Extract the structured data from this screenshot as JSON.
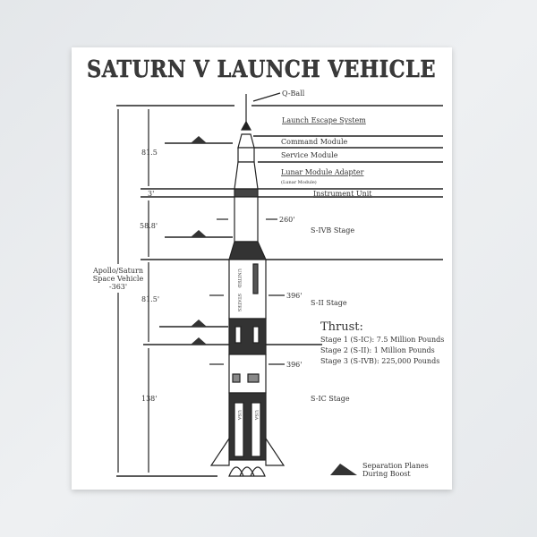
{
  "title": "SATURN V LAUNCH VEHICLE",
  "components": {
    "q_ball": "Q-Ball",
    "launch_escape": "Launch Escape System",
    "command_module": "Command Module",
    "service_module": "Service Module",
    "lma": "Lunar Module Adapter",
    "lm": "(Lunar Module)",
    "instrument_unit": "Instrument Unit",
    "sivb": "S-IVB Stage",
    "sii": "S-II Stage",
    "sic": "S-IC Stage"
  },
  "dimensions": {
    "d1": "81.5",
    "d2": "3'",
    "d3": "58.8'",
    "d4": "81.5'",
    "d5": "138'",
    "h1": "260'",
    "h2": "396'",
    "h3": "396'",
    "total": [
      "Apollo/Saturn",
      "Space Vehicle",
      "-363'"
    ]
  },
  "rocket_text": {
    "united": "UNITED",
    "states": "STATES",
    "usa": "USA"
  },
  "thrust": {
    "heading": "Thrust:",
    "lines": [
      "Stage 1 (S-IC): 7.5 Million Pounds",
      "Stage 2 (S-II): 1 Million Pounds",
      "Stage 3 (S-IVB): 225,000 Pounds"
    ]
  },
  "legend": {
    "line1": "Separation Planes",
    "line2": "During Boost"
  }
}
